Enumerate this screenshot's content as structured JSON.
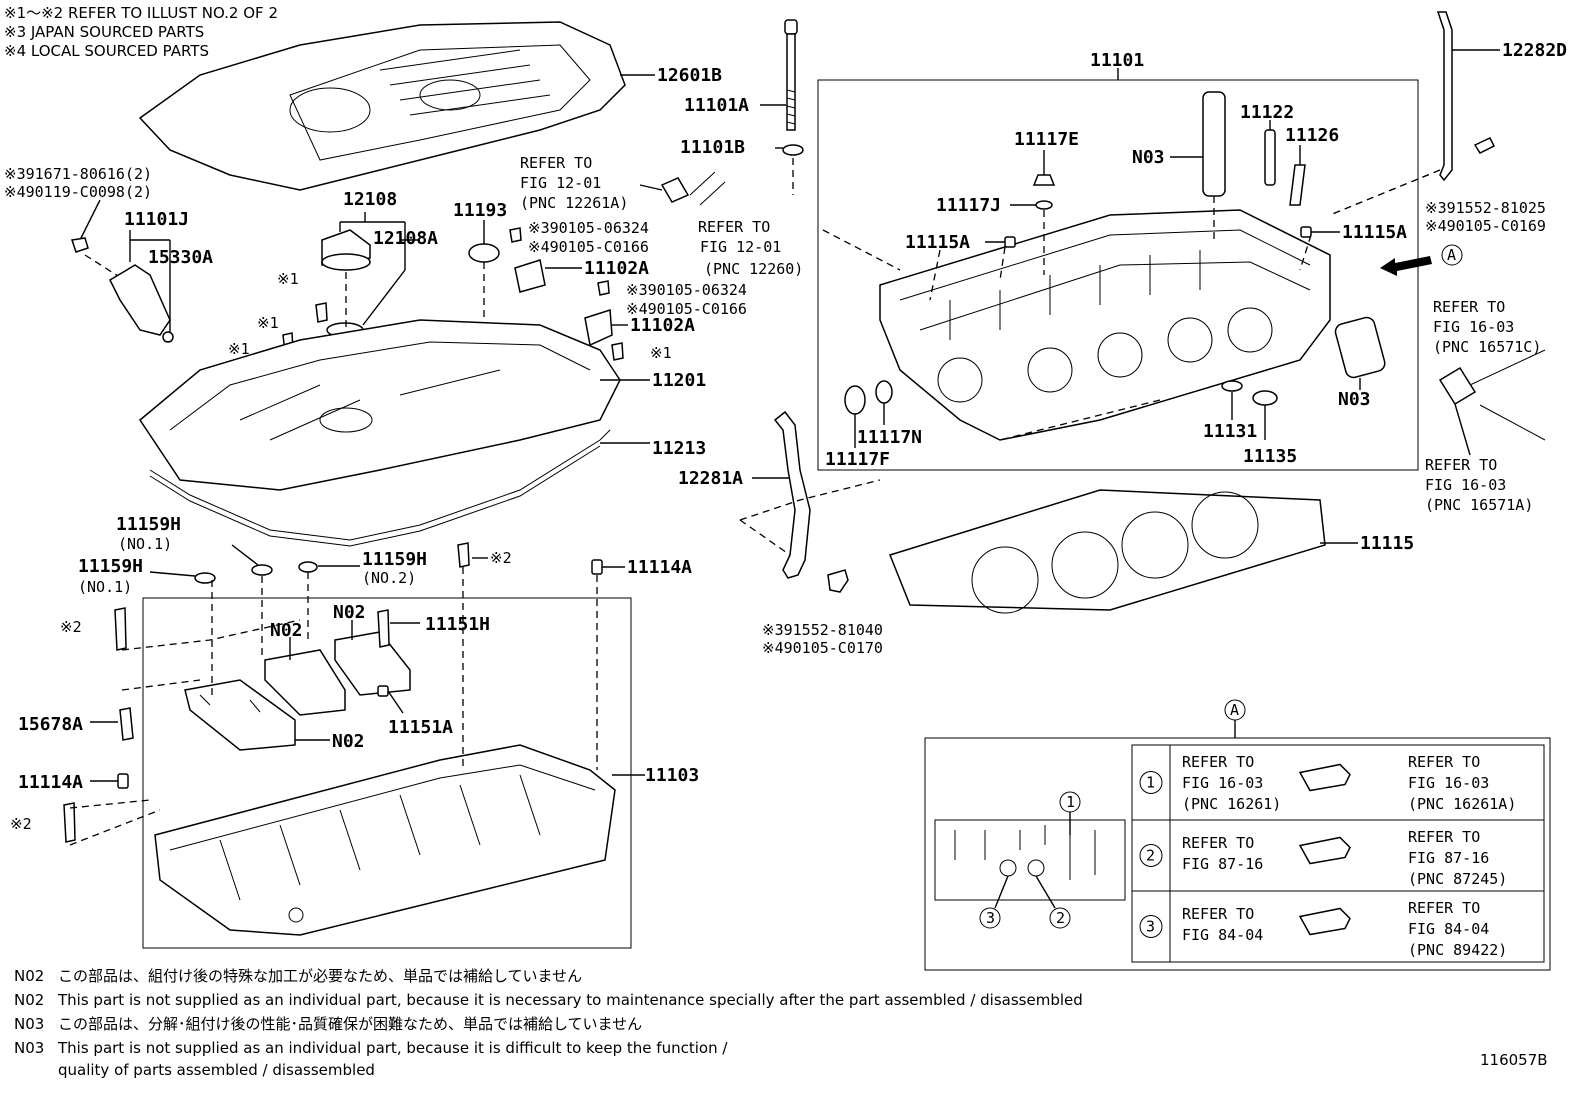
{
  "header_notes": [
    "※1～※2  REFER TO ILLUST NO.2 OF 2",
    "※3 JAPAN SOURCED PARTS",
    "※4 LOCAL SOURCED PARTS"
  ],
  "labels": {
    "p12601B": "12601B",
    "p11101A": "11101A",
    "p11101B": "11101B",
    "p11101": "11101",
    "p12282D": "12282D",
    "p11122": "11122",
    "p11126": "11126",
    "p11117E": "11117E",
    "pN03a": "N03",
    "p11117J": "11117J",
    "p11115A_l": "11115A",
    "p11115A_r": "11115A",
    "p12108": "12108",
    "p12108A": "12108A",
    "p11101J": "11101J",
    "p15330A": "15330A",
    "p11193": "11193",
    "p11102A_1": "11102A",
    "p11102A_2": "11102A",
    "p11201": "11201",
    "p11213": "11213",
    "p11117N": "11117N",
    "p11117F": "11117F",
    "p11131": "11131",
    "p11135": "11135",
    "pN03b": "N03",
    "p12281A": "12281A",
    "p11115": "11115",
    "p11159H_1": "11159H",
    "p11159H_1s": "(NO.1)",
    "p11159H_2": "11159H",
    "p11159H_2s": "(NO.1)",
    "p11159H_3": "11159H",
    "p11159H_3s": "(NO.2)",
    "p11114A_1": "11114A",
    "pN02a": "N02",
    "pN02b": "N02",
    "p11151H": "11151H",
    "pN02c": "N02",
    "p11151A": "11151A",
    "p15678A": "15678A",
    "p11114A_2": "11114A",
    "p11103": "11103",
    "footer_code": "116057B"
  },
  "markers": {
    "m1a": "※1",
    "m1b": "※1",
    "m1c": "※1",
    "m1d": "※1",
    "m2a": "※2",
    "m2b": "※2",
    "m2c": "※2"
  },
  "refs": {
    "r_left_1": "※391671-80616(2)",
    "r_left_2": "※490119-C0098(2)",
    "r_mid_1": "※390105-06324",
    "r_mid_2": "※490105-C0166",
    "r_mid_3": "※390105-06324",
    "r_mid_4": "※490105-C0166",
    "r_right_1": "※391552-81025",
    "r_right_2": "※490105-C0169",
    "r_bot_1": "※391552-81040",
    "r_bot_2": "※490105-C0170",
    "refer_a_1": "REFER TO",
    "refer_a_2": "FIG 12-01",
    "refer_a_3": "(PNC 12261A)",
    "refer_b_1": "REFER TO",
    "refer_b_2": "FIG 12-01",
    "refer_b_3": "(PNC 12260)",
    "refer_c_1": "REFER TO",
    "refer_c_2": "FIG 16-03",
    "refer_c_3": "(PNC 16571C)",
    "refer_d_1": "REFER TO",
    "refer_d_2": "FIG 16-03",
    "refer_d_3": "(PNC 16571A)"
  },
  "view_a": {
    "letter": "A",
    "rows": [
      {
        "num": "1",
        "left": [
          "REFER TO",
          "FIG 16-03",
          "(PNC 16261)"
        ],
        "right": [
          "REFER TO",
          "FIG 16-03",
          "(PNC 16261A)"
        ]
      },
      {
        "num": "2",
        "left": [
          "REFER TO",
          "FIG 87-16"
        ],
        "right": [
          "REFER TO",
          "FIG 87-16",
          "(PNC 87245)"
        ]
      },
      {
        "num": "3",
        "left": [
          "REFER TO",
          "FIG 84-04"
        ],
        "right": [
          "REFER TO",
          "FIG 84-04",
          "(PNC 89422)"
        ]
      }
    ]
  },
  "footnotes": [
    {
      "code": "N02",
      "text": "この部品は、組付け後の特殊な加工が必要なため、単品では補給していません"
    },
    {
      "code": "N02",
      "text": "This part is not supplied as an individual part, because it is necessary to maintenance specially after the part assembled / disassembled"
    },
    {
      "code": "N03",
      "text": "この部品は、分解･組付け後の性能･品質確保が困難なため、単品では補給していません"
    },
    {
      "code": "N03",
      "text": "This part is not supplied as an individual part, because it is difficult to keep the function /"
    },
    {
      "code": "",
      "text": "quality of parts  assembled / disassembled"
    }
  ]
}
